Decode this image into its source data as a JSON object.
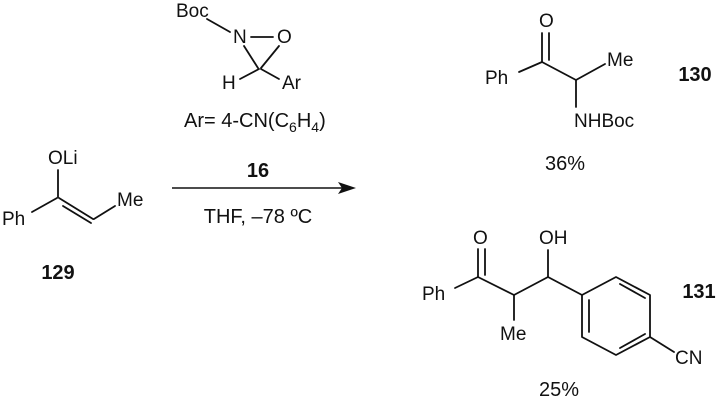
{
  "reagent": {
    "boc": "Boc",
    "n": "N",
    "o": "O",
    "h": "H",
    "ar": "Ar",
    "ar_def_prefix": "Ar= 4-CN(C",
    "ar_def_sub": "6",
    "ar_def_mid": "H",
    "ar_def_sub2": "4",
    "ar_def_suffix": ")"
  },
  "arrow": {
    "above_label": "16",
    "below_label": "THF, –78 ºC"
  },
  "starting_material": {
    "oli": "OLi",
    "ph": "Ph",
    "me": "Me",
    "number": "129"
  },
  "product_130": {
    "o": "O",
    "ph": "Ph",
    "me": "Me",
    "nhboc": "NHBoc",
    "number": "130",
    "yield": "36%"
  },
  "product_131": {
    "o": "O",
    "oh": "OH",
    "ph": "Ph",
    "me": "Me",
    "cn": "CN",
    "number": "131",
    "yield": "25%"
  }
}
